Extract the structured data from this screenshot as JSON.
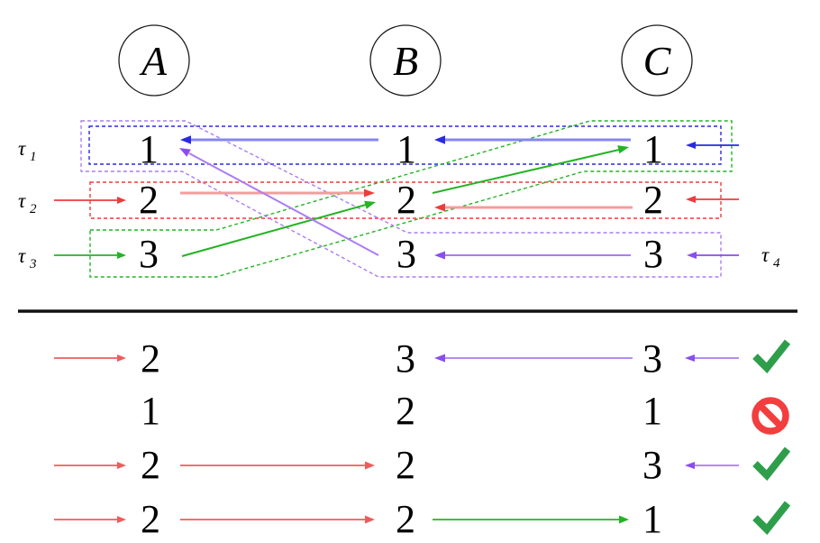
{
  "figure": {
    "nodes": [
      "A",
      "B",
      "C"
    ],
    "top_grid": {
      "rows": [
        {
          "tau": "1",
          "values": [
            "1",
            "1",
            "1"
          ]
        },
        {
          "tau": "2",
          "values": [
            "2",
            "2",
            "2"
          ]
        },
        {
          "tau": "3",
          "values": [
            "3",
            "3",
            "3"
          ]
        }
      ]
    },
    "labels": {
      "tau1": {
        "base": "τ",
        "sub": "1"
      },
      "tau2": {
        "base": "τ",
        "sub": "2"
      },
      "tau3": {
        "base": "τ",
        "sub": "3"
      },
      "tau4": {
        "base": "τ",
        "sub": "4"
      }
    },
    "bottom_rows": [
      {
        "a": "2",
        "b": "3",
        "c": "3",
        "verdict": "valid"
      },
      {
        "a": "1",
        "b": "2",
        "c": "1",
        "verdict": "invalid"
      },
      {
        "a": "2",
        "b": "2",
        "c": "3",
        "verdict": "valid"
      },
      {
        "a": "2",
        "b": "2",
        "c": "1",
        "verdict": "valid"
      }
    ],
    "verdict_icons": {
      "valid": "checkmark-icon",
      "invalid": "prohibition-icon"
    }
  },
  "palette": {
    "blue": "#2a2ae2",
    "blue_light": "#8585f2",
    "red": "#ee3b3b",
    "red_light": "#f59c9c",
    "red_bottom": "#f15b5b",
    "green": "#23b423",
    "violet": "#8a4dee",
    "violet_light": "#aa7cf4",
    "check_green": "#2f9e4b",
    "ban_red": "#f23e3e",
    "ink": "#000000"
  }
}
